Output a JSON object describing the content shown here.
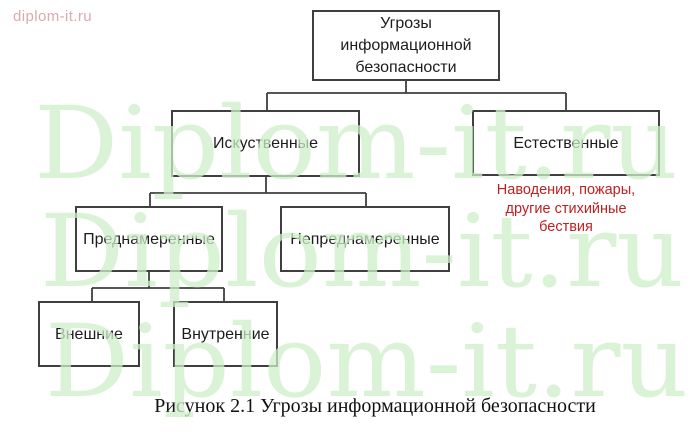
{
  "link": {
    "text": "diplom-it.ru",
    "color": "#d9abae"
  },
  "watermark": {
    "text": "Diplom-it.ru",
    "color": "#cdeec8"
  },
  "diagram": {
    "nodes": {
      "root": "Угрозы информационной безопасности",
      "artificial": "Искуственные",
      "natural": "Естественные",
      "intentional": "Преднамеренные",
      "unintentional": "Непреднамеренные",
      "external": "Внешние",
      "internal": "Внутренние"
    },
    "annotation": {
      "color": "#c02020",
      "lines": [
        "Наводения, пожары,",
        "другие стихийные",
        "бествия"
      ]
    },
    "line_color": "#3f3f3f"
  },
  "caption": "Рисунок 2.1 Угрозы информационной безопасности"
}
